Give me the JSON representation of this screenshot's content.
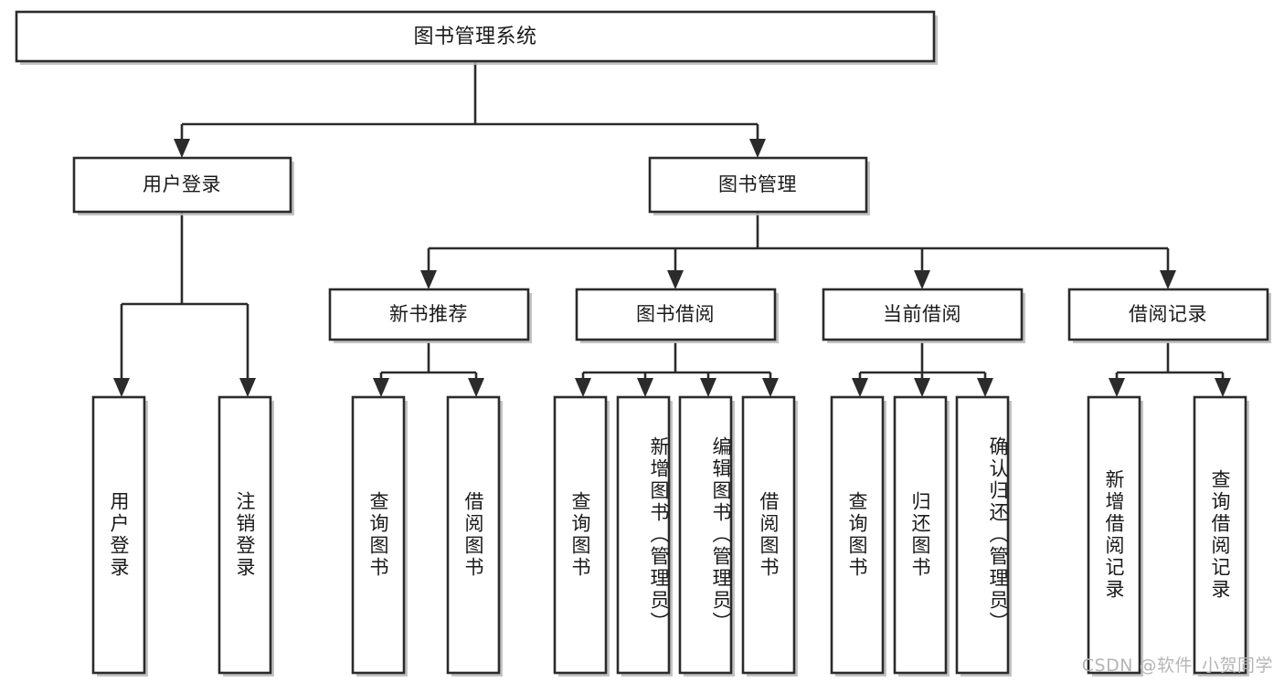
{
  "diagram": {
    "title": "图书管理系统",
    "type": "hierarchy-tree",
    "orientation": "top-down",
    "root": {
      "label": "图书管理系统",
      "id": "root"
    },
    "level2": [
      {
        "id": "user-login",
        "label": "用户登录"
      },
      {
        "id": "book-manage",
        "label": "图书管理"
      }
    ],
    "level3": [
      {
        "id": "new-book-recommend",
        "label": "新书推荐",
        "parent": "book-manage"
      },
      {
        "id": "book-borrow",
        "label": "图书借阅",
        "parent": "book-manage"
      },
      {
        "id": "current-borrow",
        "label": "当前借阅",
        "parent": "book-manage"
      },
      {
        "id": "borrow-record",
        "label": "借阅记录",
        "parent": "book-manage"
      }
    ],
    "leaves": [
      {
        "id": "leaf-user-login",
        "label": "用户登录",
        "parent": "user-login"
      },
      {
        "id": "leaf-logout-login",
        "label": "注销登录",
        "parent": "user-login"
      },
      {
        "id": "leaf-query-book-1",
        "label": "查询图书",
        "parent": "new-book-recommend"
      },
      {
        "id": "leaf-borrow-book-1",
        "label": "借阅图书",
        "parent": "new-book-recommend"
      },
      {
        "id": "leaf-query-book-2",
        "label": "查询图书",
        "parent": "book-borrow"
      },
      {
        "id": "leaf-add-book",
        "label": "新增图书（管理员）",
        "parent": "book-borrow"
      },
      {
        "id": "leaf-edit-book",
        "label": "编辑图书（管理员）",
        "parent": "book-borrow"
      },
      {
        "id": "leaf-borrow-book-2",
        "label": "借阅图书",
        "parent": "book-borrow"
      },
      {
        "id": "leaf-query-book-3",
        "label": "查询图书",
        "parent": "current-borrow"
      },
      {
        "id": "leaf-return-book",
        "label": "归还图书",
        "parent": "current-borrow"
      },
      {
        "id": "leaf-confirm-return",
        "label": "确认归还（管理员）",
        "parent": "current-borrow"
      },
      {
        "id": "leaf-add-record",
        "label": "新增借阅记录",
        "parent": "borrow-record"
      },
      {
        "id": "leaf-query-record",
        "label": "查询借阅记录",
        "parent": "borrow-record"
      }
    ]
  },
  "watermark": {
    "text": "CSDN @软件_小贺同学"
  },
  "colors": {
    "background": "#ffffff",
    "box_fill": "#ffffff",
    "box_stroke": "#2b2b2b",
    "text": "#1a1a1a",
    "connector": "#2b2b2b",
    "watermark": "#b5b5b5"
  }
}
